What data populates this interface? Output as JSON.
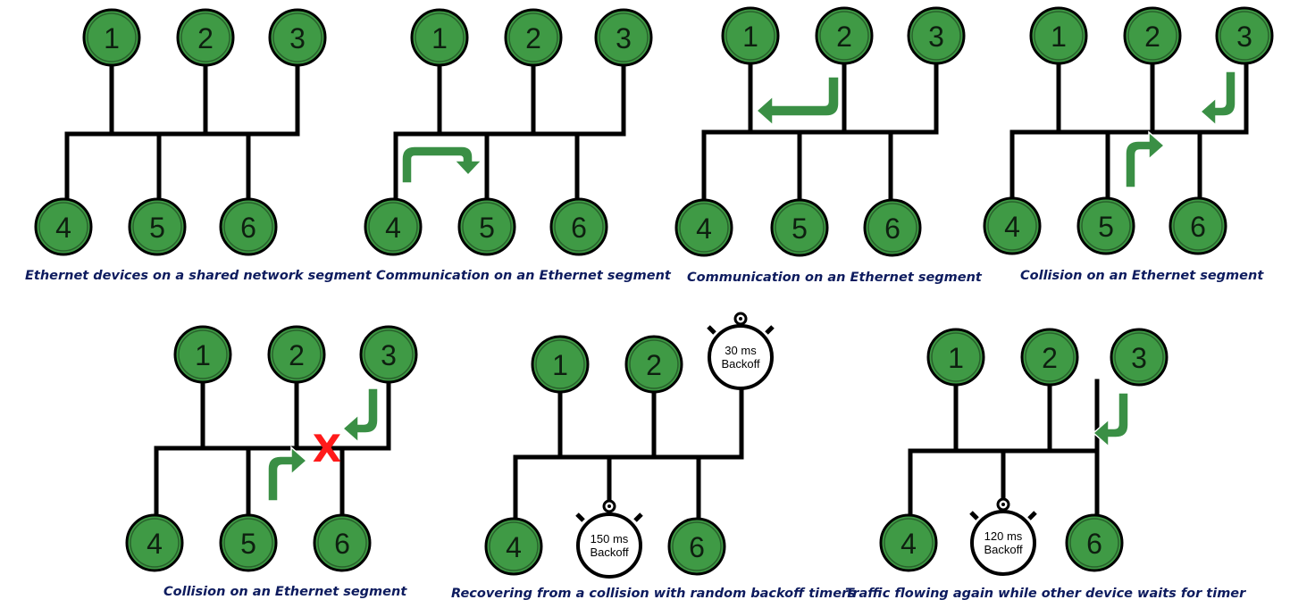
{
  "colors": {
    "node_fill": "#3f9a45",
    "arrow": "#3a8f45",
    "caption": "#0d1b5e",
    "collision": "#ff1a1a"
  },
  "panels": [
    {
      "caption": "Ethernet devices on a shared network segment",
      "nodes": [
        "1",
        "2",
        "3",
        "4",
        "5",
        "6"
      ],
      "timers": [],
      "arrows": [],
      "collision": null
    },
    {
      "caption": "Communication on an Ethernet segment",
      "nodes": [
        "1",
        "2",
        "3",
        "4",
        "5",
        "6"
      ],
      "timers": [],
      "arrows": [
        "4-to-5"
      ],
      "collision": null
    },
    {
      "caption": "Communication on an Ethernet segment",
      "nodes": [
        "1",
        "2",
        "3",
        "4",
        "5",
        "6"
      ],
      "timers": [],
      "arrows": [
        "2-to-1"
      ],
      "collision": null
    },
    {
      "caption": "Collision on an Ethernet segment",
      "nodes": [
        "1",
        "2",
        "3",
        "4",
        "5",
        "6"
      ],
      "timers": [],
      "arrows": [
        "3-down-left",
        "5-up-right"
      ],
      "collision": null
    },
    {
      "caption": "Collision on an Ethernet segment",
      "nodes": [
        "1",
        "2",
        "3",
        "4",
        "5",
        "6"
      ],
      "timers": [],
      "arrows": [
        "3-down-left",
        "5-up-right"
      ],
      "collision": "X"
    },
    {
      "caption": "Recovering from a collision with random backoff timers",
      "nodes": [
        "1",
        "2",
        "4",
        "6"
      ],
      "timers": [
        {
          "replaces": "3",
          "label_line1": "30 ms",
          "label_line2": "Backoff"
        },
        {
          "replaces": "5",
          "label_line1": "150 ms",
          "label_line2": "Backoff"
        }
      ],
      "arrows": [],
      "collision": null
    },
    {
      "caption": "Traffic flowing again while other device waits for timer",
      "nodes": [
        "1",
        "2",
        "3",
        "4",
        "6"
      ],
      "timers": [
        {
          "replaces": "5",
          "label_line1": "120 ms",
          "label_line2": "Backoff"
        }
      ],
      "arrows": [
        "3-down-left"
      ],
      "collision": null
    }
  ]
}
